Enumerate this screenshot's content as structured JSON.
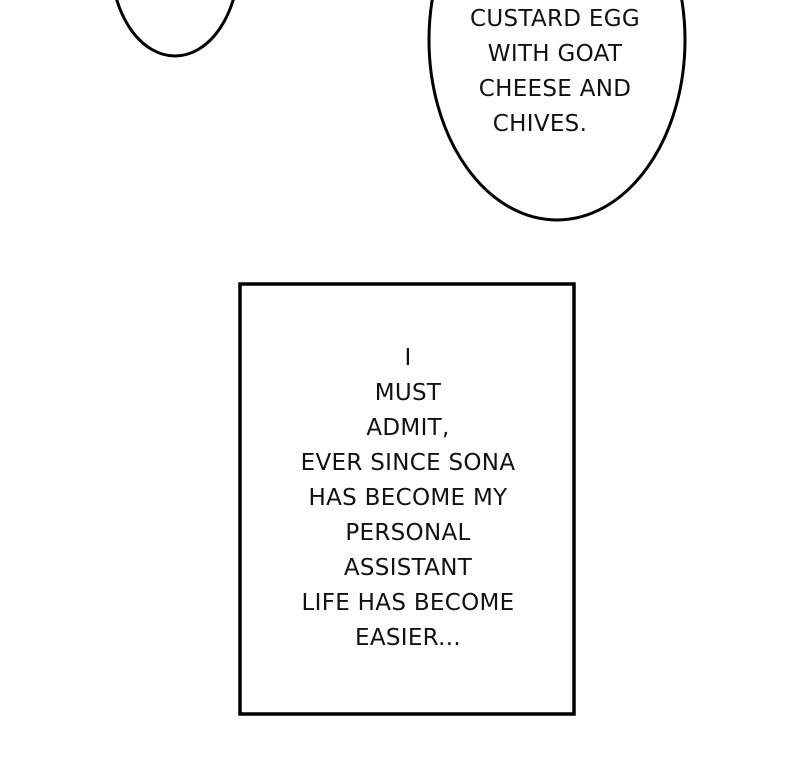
{
  "speech_bubble": {
    "lines": [
      "CUSTARD EGG",
      "WITH GOAT",
      "CHEESE AND",
      "CHIVES."
    ]
  },
  "caption_box": {
    "lines": [
      "I",
      "MUST",
      "ADMIT,",
      "EVER SINCE SONA",
      "HAS BECOME MY",
      "PERSONAL",
      "ASSISTANT",
      "LIFE HAS BECOME",
      "EASIER..."
    ]
  },
  "colors": {
    "ink": "#000000",
    "paper": "#ffffff"
  }
}
